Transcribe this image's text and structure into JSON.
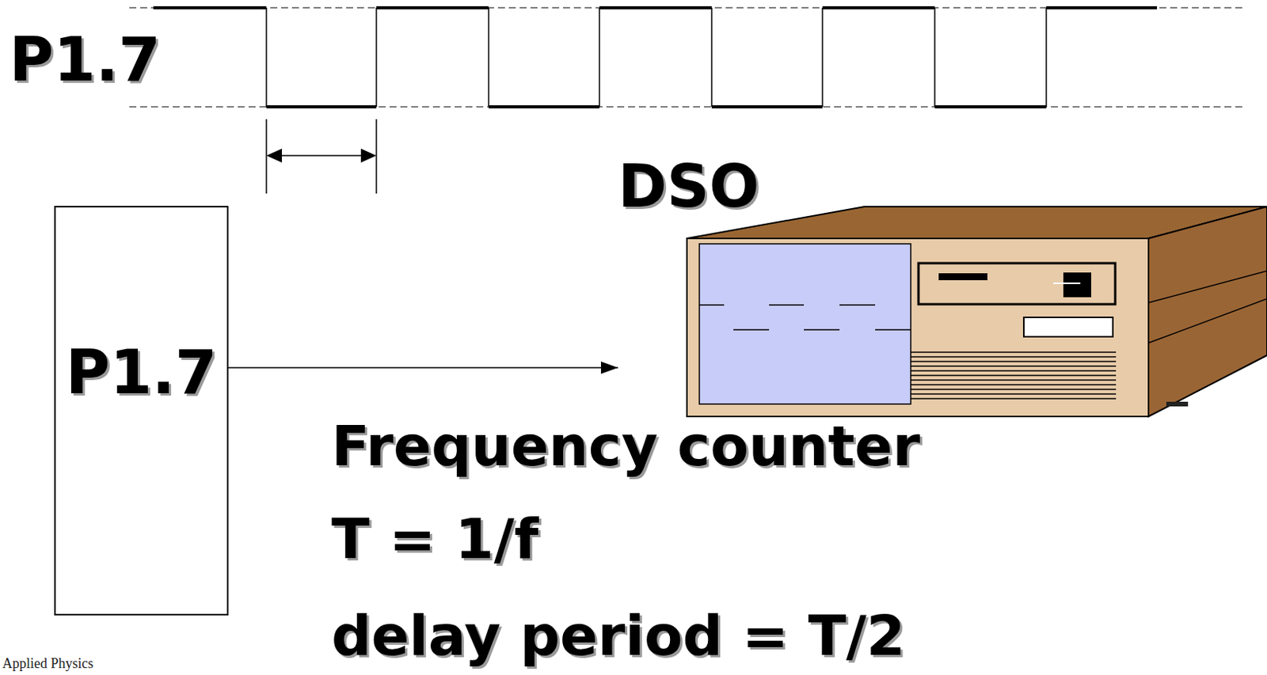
{
  "diagram": {
    "nodes": [
      {
        "text": [
          "P1.7"
        ]
      },
      {
        "text": [
          "DSO"
        ]
      }
    ],
    "edges": [
      {
        "from": 0,
        "to": 1,
        "arrow": "to"
      }
    ],
    "labels": [
      "P1.7",
      "Frequency counter",
      "T = 1/f",
      "delay period = T/2",
      "Applied Physics"
    ]
  }
}
